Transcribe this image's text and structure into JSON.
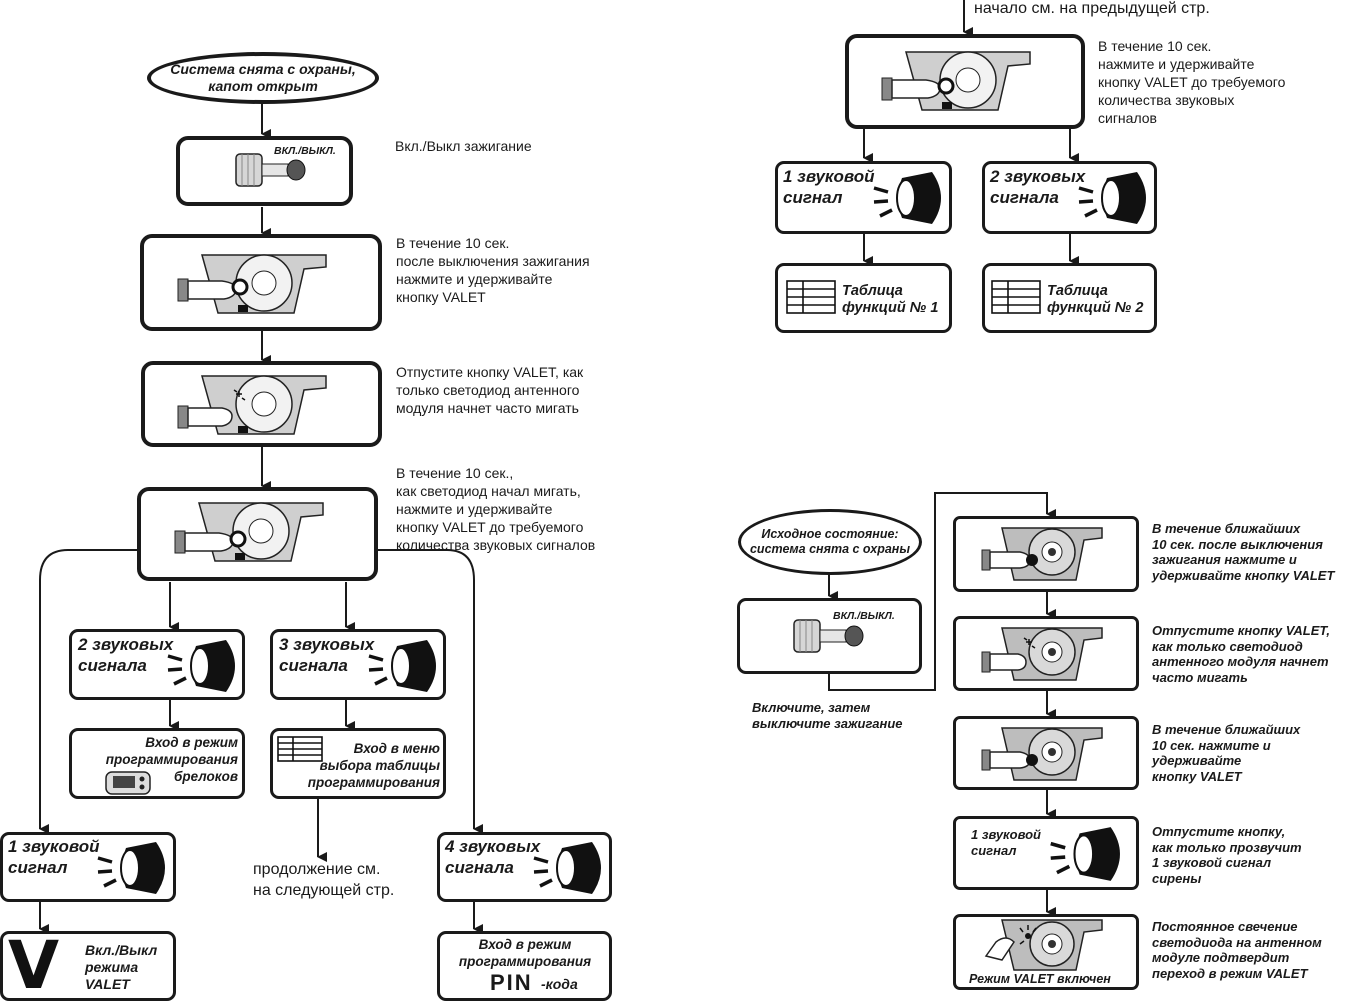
{
  "left": {
    "start_oval": "Система снята с\nохраны, капот открыт",
    "ignition_badge": "ВКЛ./ВЫКЛ.",
    "step1": "Вкл./Выкл зажигание",
    "step2": "В течение 10 сек.\nпосле выключения зажигания\nнажмите и удерживайте\nкнопку VALET",
    "step3": "Отпустите кнопку VALET, как\nтолько светодиод антенного\nмодуля начнет часто мигать",
    "step4": "В течение 10 сек.,\nкак светодиод начал мигать,\nнажмите и удерживайте\nкнопку VALET до требуемого\nколичества звуковых сигналов",
    "sig2": "2 звуковых\nсигнала",
    "sig3": "3 звуковых\nсигнала",
    "sig1": "1 звуковой\nсигнал",
    "sig4": "4 звуковых\nсигнала",
    "fob_prog": "Вход в режим\nпрограммирования\nбрелоков",
    "menu_prog": "Вход  в меню\nвыбора таблицы\nпрограммирования",
    "continued_next": "продолжение см.\nна следующей стр.",
    "valet_letter": "V",
    "valet_toggle": "Вкл./Выкл\nрежима\nVALET",
    "pin_prog_top": "Вход в режим\nпрограммирования",
    "pin_word": "PIN",
    "pin_suffix": "-кода"
  },
  "right_top": {
    "continued_prev": "начало см. на предыдущей стр.",
    "step": "В течение 10 сек.\nнажмите и удерживайте\nкнопку  VALET до требуемого\nколичества звуковых\nсигналов",
    "sig1": "1 звуковой\nсигнал",
    "sig2": "2 звуковых\nсигнала",
    "table1": "Таблица\nфункций № 1",
    "table2": "Таблица\nфункций № 2"
  },
  "right_bottom": {
    "start_oval": "Исходное состояние:\nсистема снята с\nохраны",
    "ignition_badge": "ВКЛ./ВЫКЛ.",
    "ignition_caption": "Включите, затем\nвыключите зажигание",
    "step1": "В течение ближайших\n10 сек.  после выключения\nзажигания нажмите и\nудерживайте кнопку VALET",
    "step2": "Отпустите кнопку VALET,\nкак только светодиод\nантенного модуля начнет\nчасто мигать",
    "step3": "В течение ближайших\n10 сек.  нажмите и\nудерживайте\nкнопку VALET",
    "sig1": "1 звуковой\nсигнал",
    "step4": "Отпустите кнопку,\nкак только прозвучит\n1 звуковой сигнал\nсирены",
    "step5": "Постоянное свечение\nсветодиода на антенном\nмодуле подтвердит\nпереход в режим VALET",
    "valet_on": "Режим VALET включен"
  }
}
